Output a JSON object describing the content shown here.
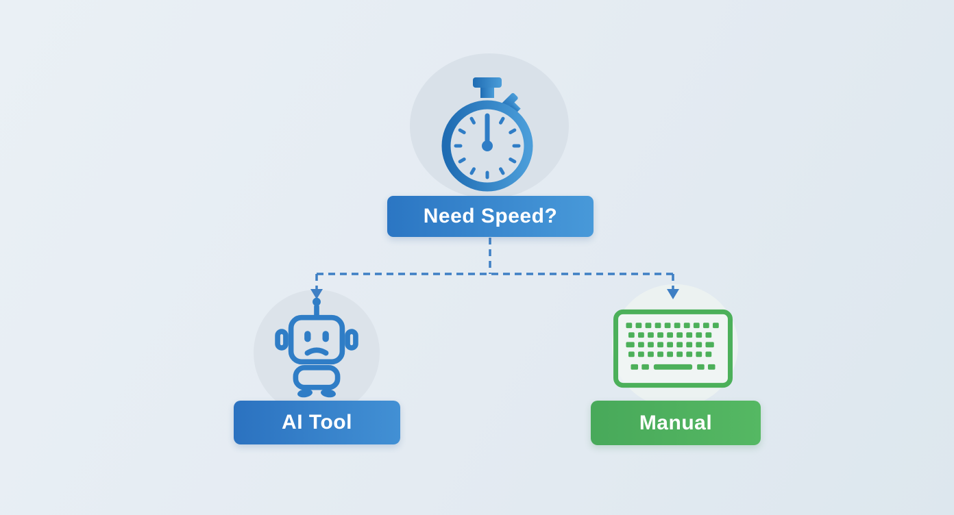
{
  "colors": {
    "background": "#e6edf3",
    "blue_accent": "#2f7dc6",
    "blue_button_gradient_start": "#2b76c3",
    "blue_button_gradient_end": "#4899d9",
    "green_accent": "#4cb05a",
    "green_button_gradient_start": "#48a95a",
    "green_button_gradient_end": "#55b863",
    "connector": "#3e7fc4"
  },
  "flowchart": {
    "root": {
      "label": "Need Speed?",
      "icon": "stopwatch-icon"
    },
    "branches": [
      {
        "label": "AI Tool",
        "icon": "robot-icon"
      },
      {
        "label": "Manual",
        "icon": "keyboard-icon"
      }
    ]
  }
}
